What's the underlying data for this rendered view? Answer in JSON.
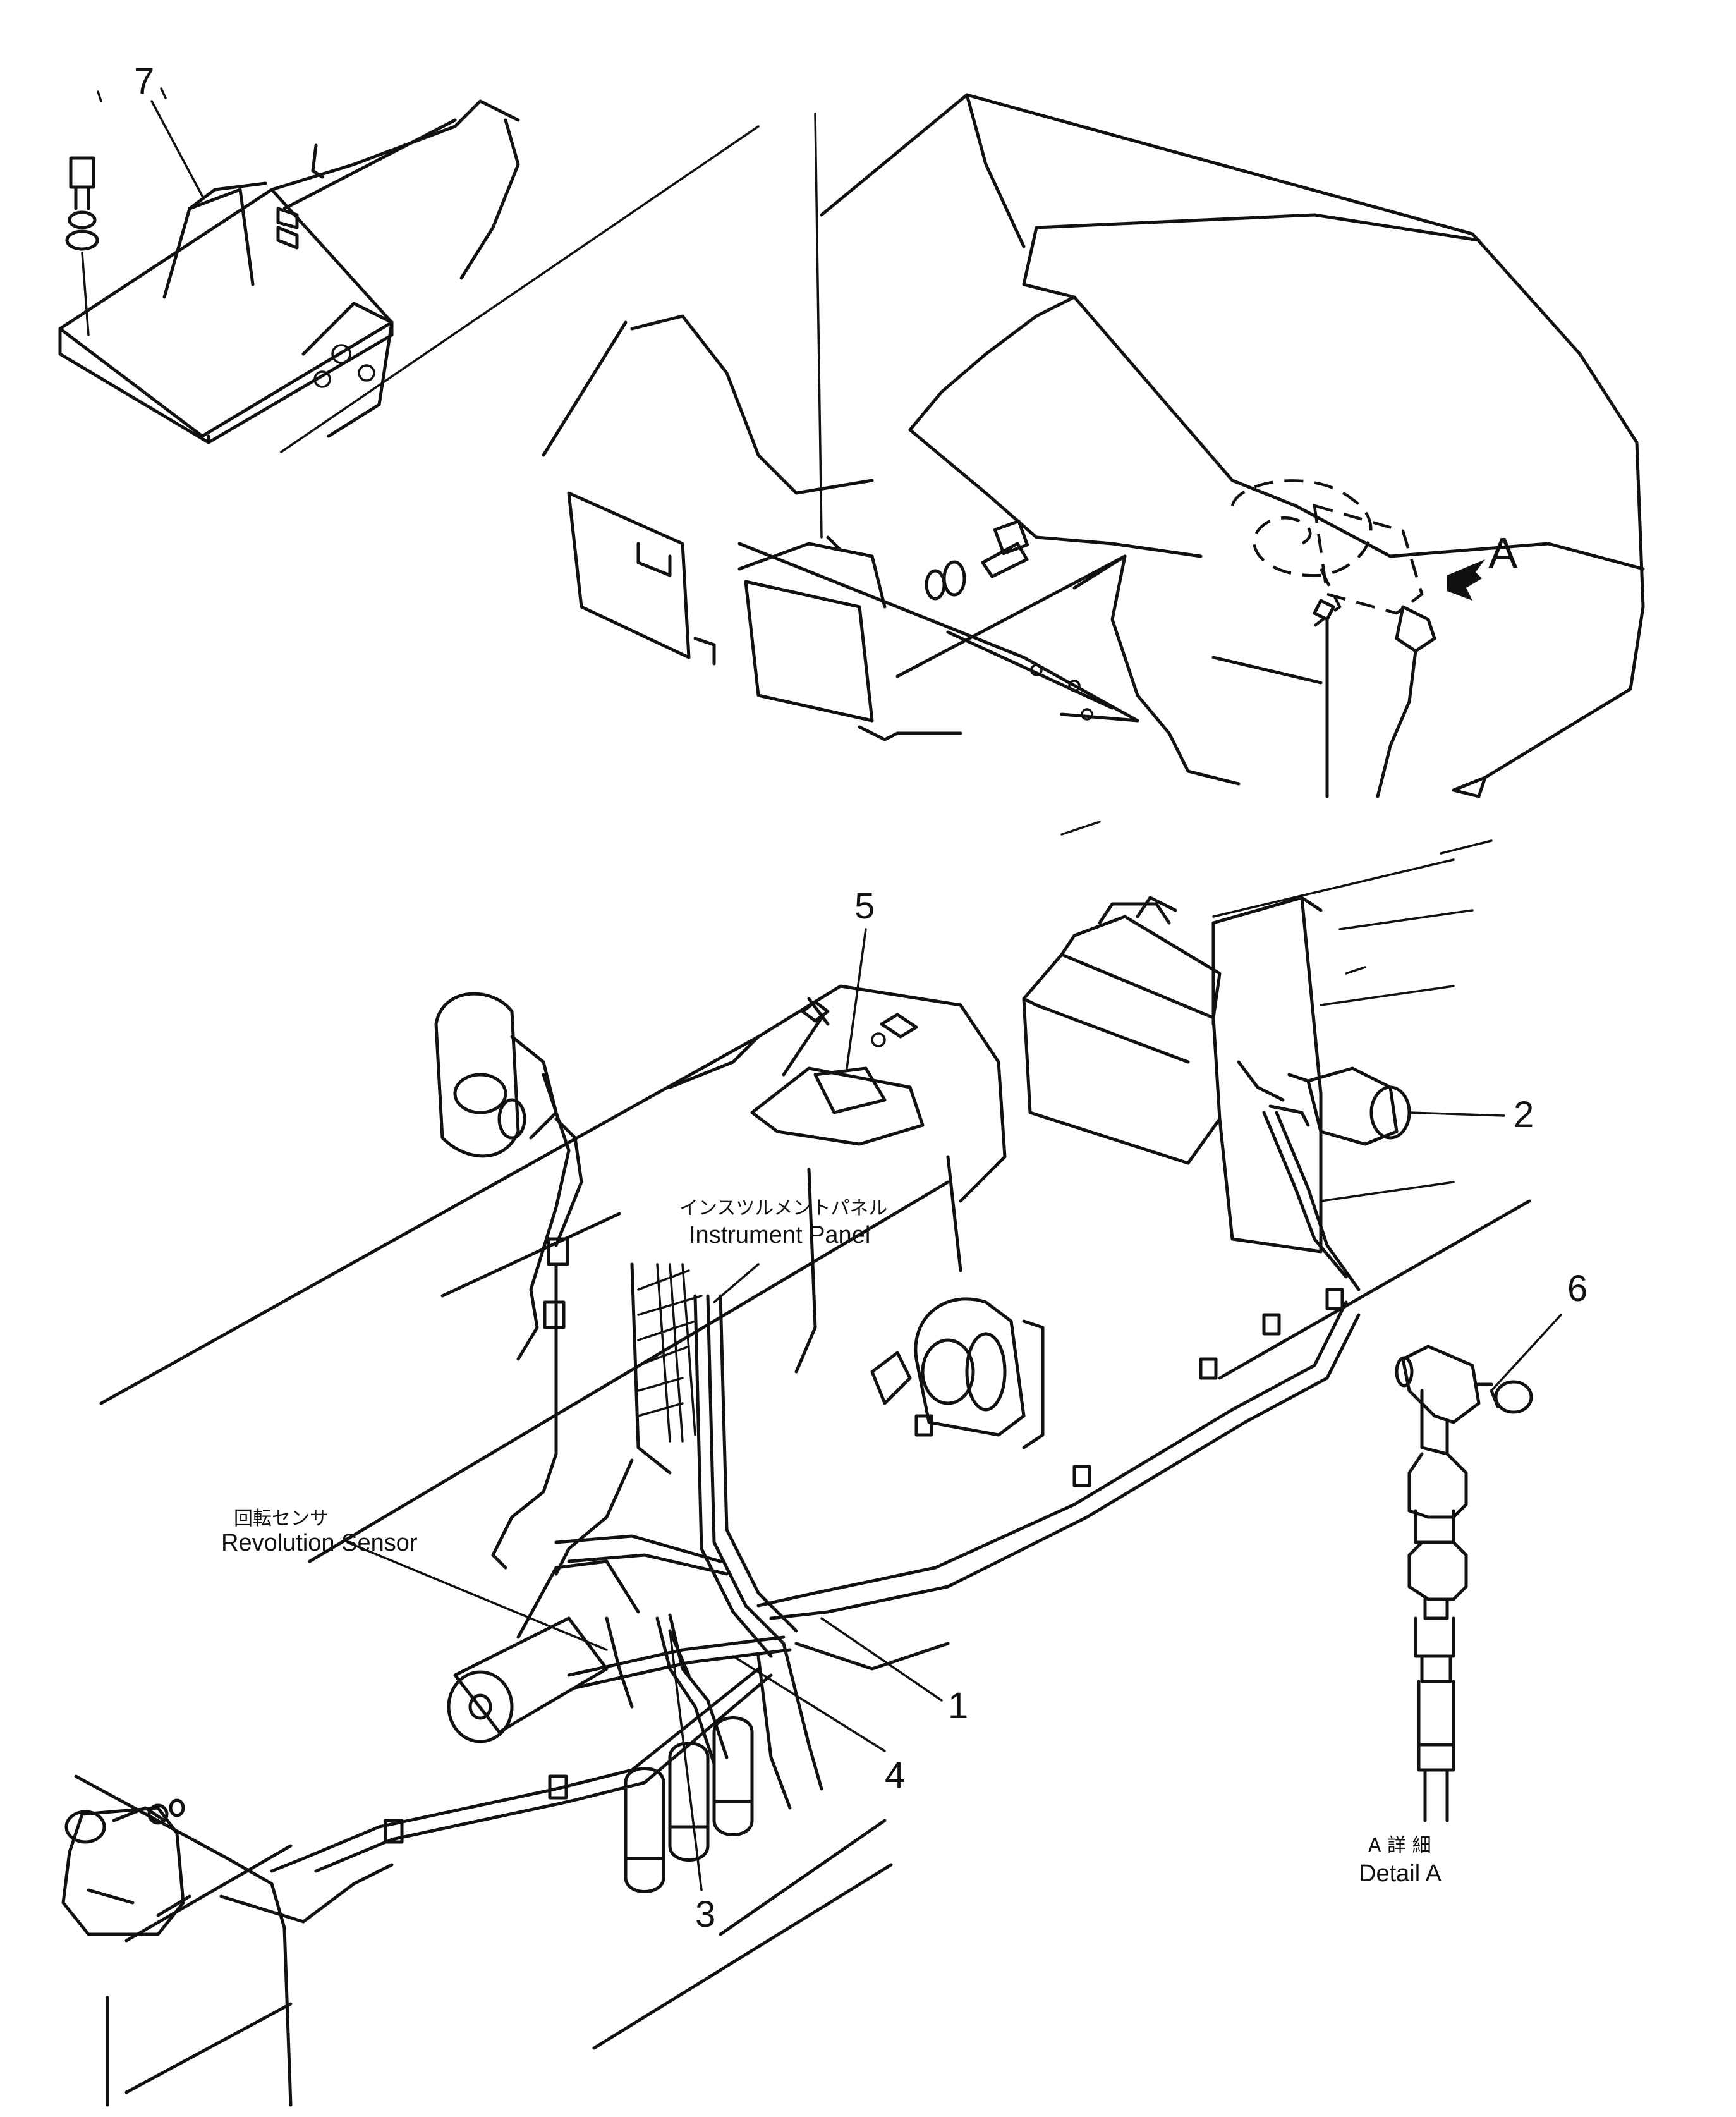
{
  "callouts": {
    "c1": "1",
    "c2": "2",
    "c3": "3",
    "c4": "4",
    "c5": "5",
    "c6": "6",
    "c7": "7",
    "view_a": "A"
  },
  "labels": {
    "instrument_panel_jp": "インスツルメントパネル",
    "instrument_panel_en": "Instrument Panel",
    "revolution_sensor_jp": "回転センサ",
    "revolution_sensor_en": "Revolution Sensor",
    "detail_a_jp": "A 詳 細",
    "detail_a_en": "Detail A"
  }
}
